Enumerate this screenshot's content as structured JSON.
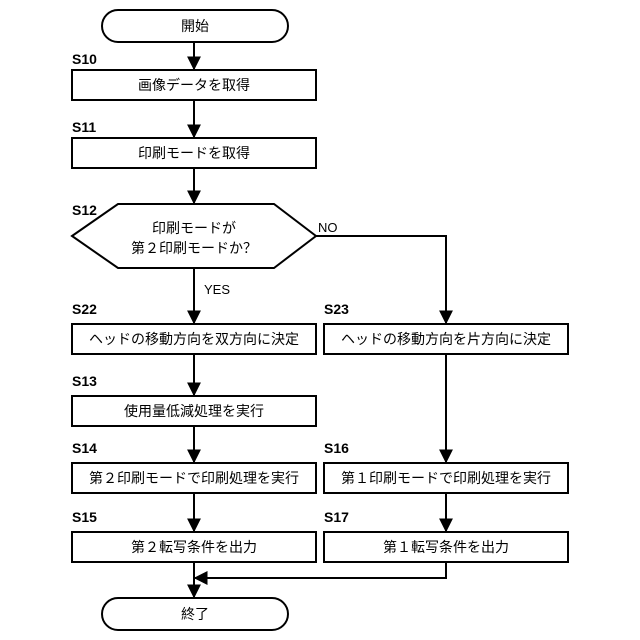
{
  "flowchart": {
    "start_label": "開始",
    "end_label": "終了",
    "steps": {
      "s10": {
        "id": "S10",
        "text": "画像データを取得"
      },
      "s11": {
        "id": "S11",
        "text": "印刷モードを取得"
      },
      "s12": {
        "id": "S12",
        "line1": "印刷モードが",
        "line2": "第２印刷モードか？"
      },
      "s22": {
        "id": "S22",
        "text": "ヘッドの移動方向を双方向に決定"
      },
      "s23": {
        "id": "S23",
        "text": "ヘッドの移動方向を片方向に決定"
      },
      "s13": {
        "id": "S13",
        "text": "使用量低減処理を実行"
      },
      "s14": {
        "id": "S14",
        "text": "第２印刷モードで印刷処理を実行"
      },
      "s16": {
        "id": "S16",
        "text": "第１印刷モードで印刷処理を実行"
      },
      "s15": {
        "id": "S15",
        "text": "第２転写条件を出力"
      },
      "s17": {
        "id": "S17",
        "text": "第１転写条件を出力"
      }
    },
    "branches": {
      "yes": "YES",
      "no": "NO"
    }
  }
}
